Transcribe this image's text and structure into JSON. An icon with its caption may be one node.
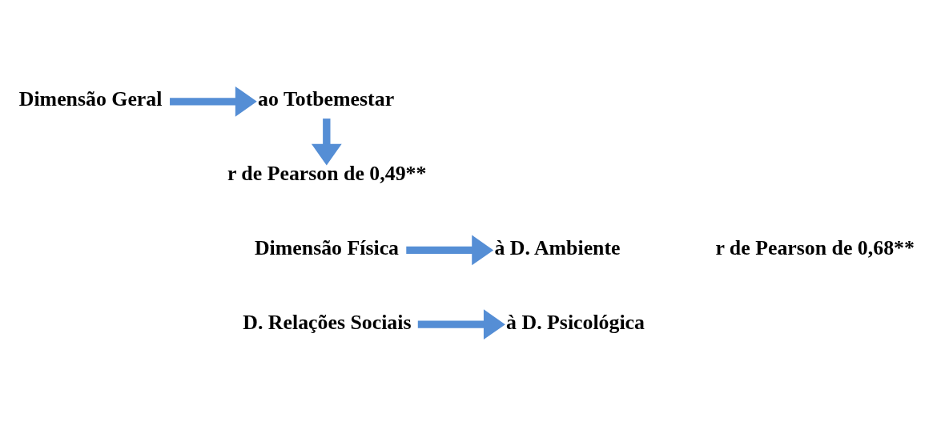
{
  "diagram": {
    "nodes": [
      {
        "text": [
          "Dimensão Geral"
        ]
      },
      {
        "text": [
          "ao Totbemestar"
        ]
      },
      {
        "text": [
          "r de Pearson de 0,49**"
        ]
      },
      {
        "text": [
          "Dimensão Física"
        ]
      },
      {
        "text": [
          "à D. Ambiente"
        ]
      },
      {
        "text": [
          "D. Relações Sociais"
        ]
      },
      {
        "text": [
          "à D. Psicológica"
        ]
      }
    ],
    "edges": [
      {
        "from": 0,
        "to": 1,
        "arrow": "to"
      },
      {
        "from": 1,
        "to": 2,
        "arrow": "to"
      },
      {
        "from": 3,
        "to": 4,
        "arrow": "to"
      },
      {
        "from": 5,
        "to": 6,
        "arrow": "to"
      }
    ],
    "labels": [
      "r de Pearson de 0,68**"
    ]
  }
}
